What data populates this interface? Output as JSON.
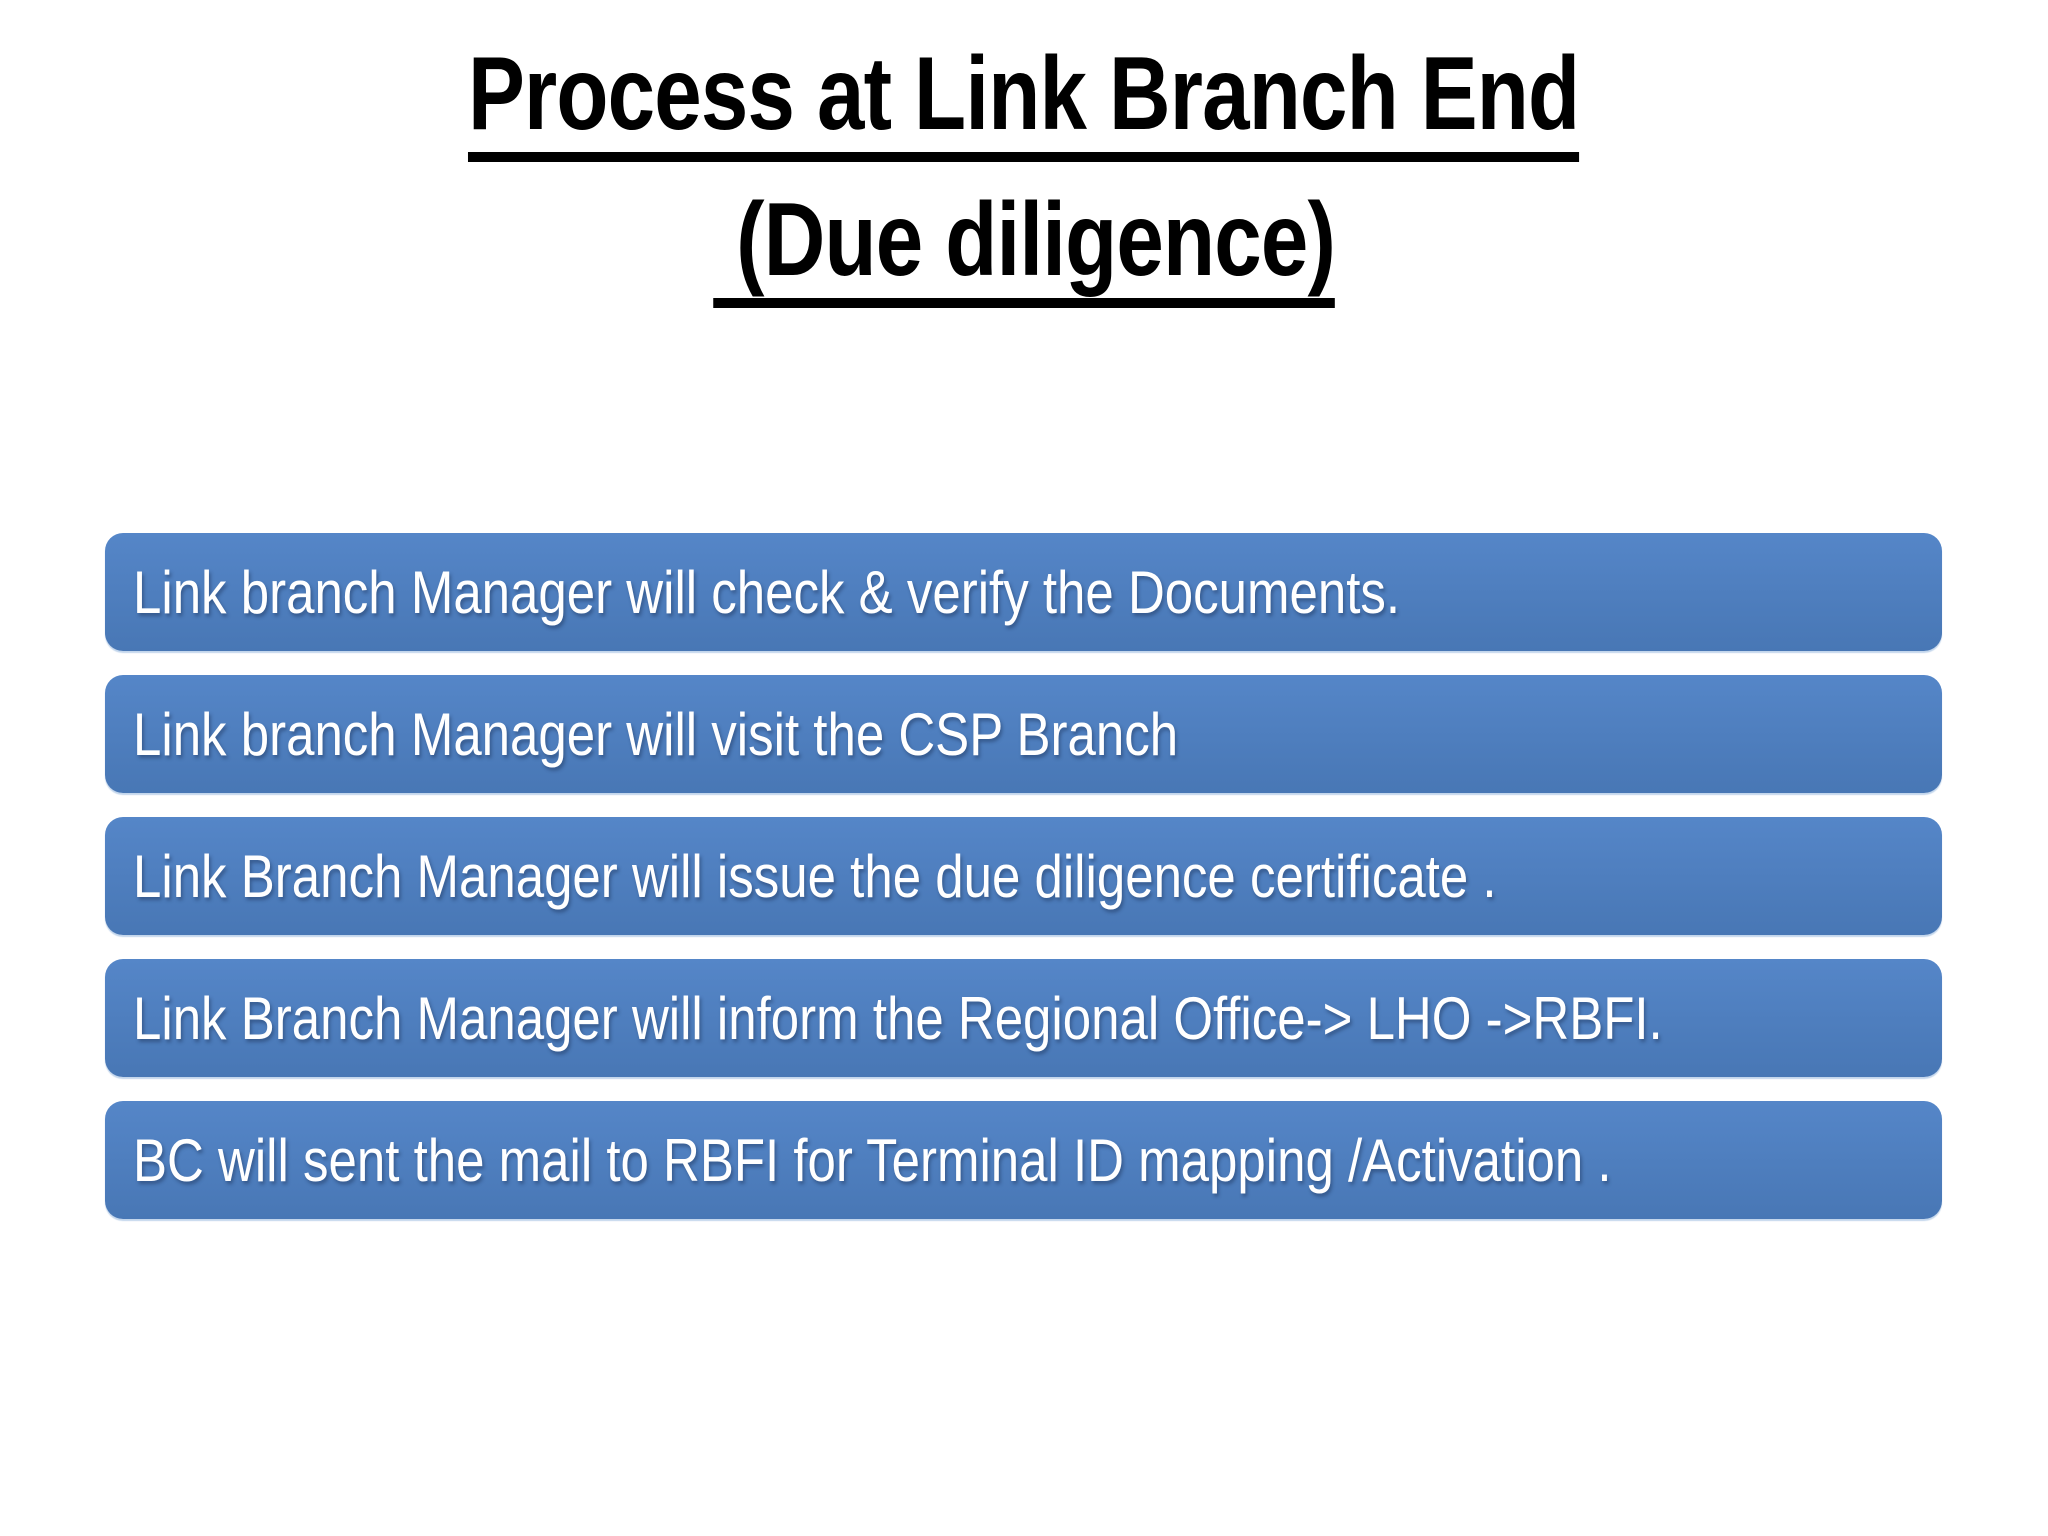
{
  "slide": {
    "title": {
      "line1": "Process at Link Branch End",
      "line2": " (Due diligence)"
    },
    "steps": [
      "Link branch Manager will check & verify the Documents.",
      "Link branch Manager will visit the CSP Branch",
      "Link Branch Manager will issue the due diligence certificate .",
      "Link Branch Manager will inform the Regional Office-> LHO ->RBFI.",
      "BC will sent the mail to RBFI for Terminal ID mapping /Activation ."
    ],
    "colors": {
      "background": "#ffffff",
      "title_text": "#000000",
      "box_fill_top": "#5586c8",
      "box_fill_bottom": "#4877b5",
      "box_text": "#ffffff"
    }
  }
}
